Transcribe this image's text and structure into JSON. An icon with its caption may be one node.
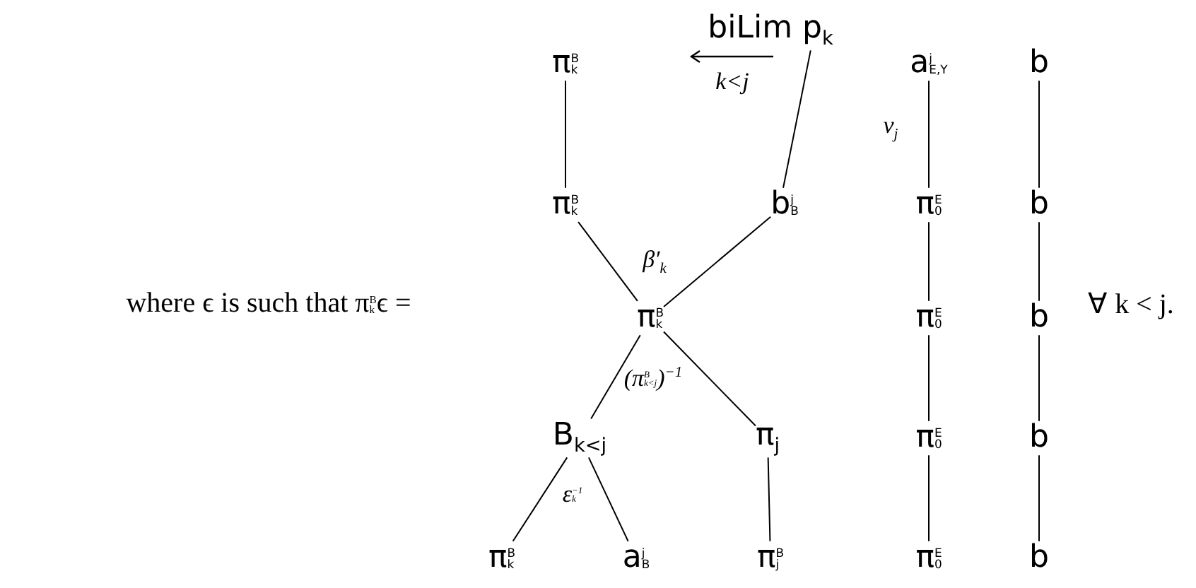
{
  "diagram": {
    "nodes": [
      {
        "text": [
          "π$^{B}$$_{k}$"
        ]
      },
      {
        "text": [
          "biLim p$_{k}$"
        ],
        "beside": [
          "k<j"
        ]
      },
      {
        "text": [
          "a$^{j}$$_{E,Y}$"
        ]
      },
      {
        "text": [
          "b"
        ]
      },
      {
        "text": [
          "π$^{B}$$_{k}$"
        ]
      },
      {
        "text": [
          "b$^{j}$$_{B}$"
        ]
      },
      {
        "text": [
          "π$^{E}$$_{0}$"
        ]
      },
      {
        "text": [
          "b"
        ]
      },
      {
        "text": [
          "π$^{B}$$_{k}$"
        ]
      },
      {
        "text": [
          "π$^{E}$$_{0}$"
        ]
      },
      {
        "text": [
          "b"
        ]
      },
      {
        "text": [
          "B$_{k<j}$"
        ]
      },
      {
        "text": [
          "π$_{j}$"
        ]
      },
      {
        "text": [
          "π$^{E}$$_{0}$"
        ]
      },
      {
        "text": [
          "b"
        ]
      },
      {
        "text": [
          "π$^{B}$$_{k}$"
        ]
      },
      {
        "text": [
          "a$^{j}$$_{B}$"
        ]
      },
      {
        "text": [
          "π$^{B}$$_{j}$"
        ]
      },
      {
        "text": [
          "π$^{E}$$_{0}$"
        ]
      },
      {
        "text": [
          "b"
        ]
      }
    ],
    "edges": [
      {
        "from": 0,
        "to": 4,
        "arrow": "none"
      },
      {
        "from": 1,
        "to": 5,
        "arrow": "none"
      },
      {
        "from": 2,
        "to": 6,
        "arrow": "none"
      },
      {
        "from": 3,
        "to": 7,
        "arrow": "none"
      },
      {
        "from": 4,
        "to": 8,
        "arrow": "none"
      },
      {
        "from": 5,
        "to": 8,
        "arrow": "none"
      },
      {
        "from": 6,
        "to": 9,
        "arrow": "none"
      },
      {
        "from": 7,
        "to": 10,
        "arrow": "none"
      },
      {
        "from": 8,
        "to": 11,
        "arrow": "none"
      },
      {
        "from": 8,
        "to": 12,
        "arrow": "none"
      },
      {
        "from": 9,
        "to": 13,
        "arrow": "none"
      },
      {
        "from": 10,
        "to": 14,
        "arrow": "none"
      },
      {
        "from": 11,
        "to": 15,
        "arrow": "none"
      },
      {
        "from": 11,
        "to": 16,
        "arrow": "none"
      },
      {
        "from": 12,
        "to": 17,
        "arrow": "none"
      },
      {
        "from": 13,
        "to": 18,
        "arrow": "none"
      },
      {
        "from": 14,
        "to": 19,
        "arrow": "none"
      }
    ],
    "labels": [
      "ν$_{j}$",
      "β′$_{k}$",
      "where ϵ is such that π$^{B}$$_{k}$ϵ =",
      "∀ k < j.",
      "(π$^{B}$$_{k<j}$)$^{−1}$",
      "ε$^{−1}$$_{k}$"
    ]
  }
}
